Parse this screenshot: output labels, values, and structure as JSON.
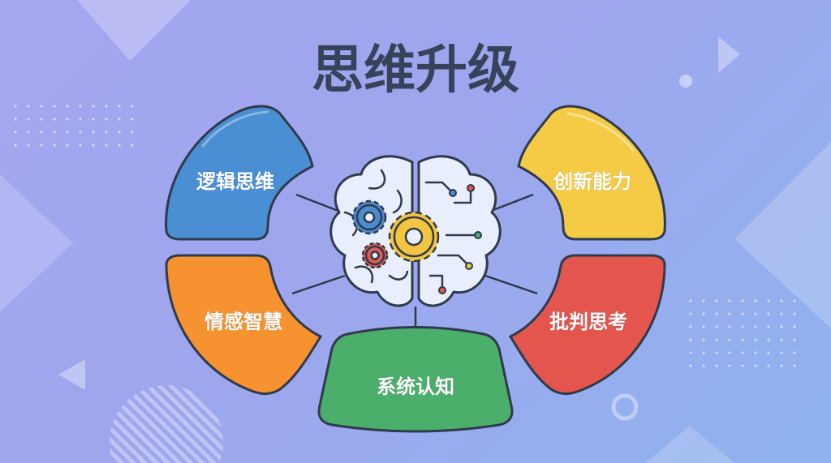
{
  "title": "思维升级",
  "colors": {
    "outline": "#2f3a4c",
    "brain_fill": "#e8eefb",
    "gear_blue": "#4d8bd1",
    "gear_yellow": "#f2c640",
    "gear_red": "#e25b52"
  },
  "segments": [
    {
      "id": "logic",
      "label": "逻辑思维",
      "color": "#4a8fd4"
    },
    {
      "id": "creative",
      "label": "创新能力",
      "color": "#f5cb45"
    },
    {
      "id": "emotional",
      "label": "情感智慧",
      "color": "#f6922f"
    },
    {
      "id": "critical",
      "label": "批判思考",
      "color": "#e4564d"
    },
    {
      "id": "systems",
      "label": "系统认知",
      "color": "#4cae6b"
    }
  ],
  "icons": {
    "center": "brain-icon"
  }
}
